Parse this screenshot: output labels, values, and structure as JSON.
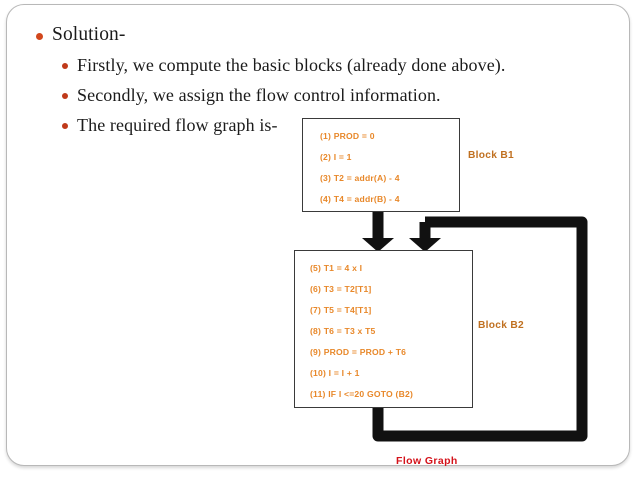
{
  "slide": {
    "bullets": [
      {
        "level": 1,
        "text": "Solution-"
      },
      {
        "level": 2,
        "text": "Firstly, we compute the basic blocks (already done above)."
      },
      {
        "level": 2,
        "text": "Secondly, we assign the flow control information."
      },
      {
        "level": 2,
        "text": "The required flow graph is-"
      }
    ]
  },
  "flow_graph": {
    "caption": "Flow Graph",
    "blocks": [
      {
        "label": "Block B1",
        "statements": [
          "(1) PROD = 0",
          "(2) I = 1",
          "(3) T2 = addr(A) - 4",
          "(4) T4 = addr(B) - 4"
        ]
      },
      {
        "label": "Block B2",
        "statements": [
          "(5) T1 = 4 x I",
          "(6) T3 = T2[T1]",
          "(7) T5 = T4[T1]",
          "(8) T6 = T3 x  T5",
          "(9) PROD = PROD + T6",
          "(10) I = I + 1",
          "(11) IF I <=20 GOTO (B2)"
        ]
      }
    ],
    "edges": [
      {
        "name": "b1-to-b2",
        "kind": "arrow-down"
      },
      {
        "name": "loopback-to-b2",
        "kind": "arrow-down"
      },
      {
        "name": "b2-loopback-path",
        "kind": "polyline"
      }
    ]
  },
  "colors": {
    "statement_text": "#e8882a",
    "block_label": "#c07020",
    "caption": "#d4121a",
    "bullet": "#d2471c",
    "body_text": "#1b1b1b",
    "connector": "#111111"
  }
}
